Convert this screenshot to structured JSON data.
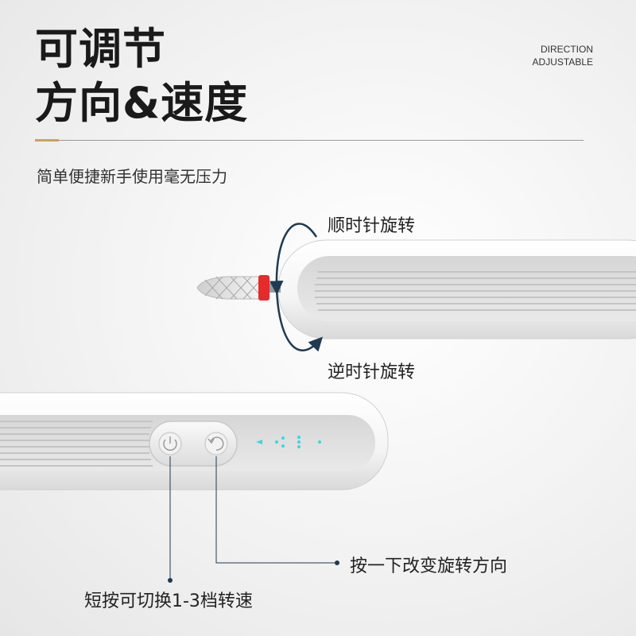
{
  "header": {
    "title_line1": "可调节",
    "title_line2": "方向&速度",
    "en_line1": "DIRECTION",
    "en_line2": "ADJUSTABLE"
  },
  "subtitle": "简单便捷新手使用毫无压力",
  "callouts": {
    "clockwise": "顺时针旋转",
    "counterclockwise": "逆时针旋转",
    "direction_button": "按一下改变旋转方向",
    "speed_button": "短按可切换1-3档转速"
  },
  "indicator_levels": 3,
  "colors": {
    "accent_gold": "#c9a35a",
    "arrow_navy": "#1f3a52",
    "led_cyan": "#39d7e0",
    "collet_red": "#e52b2b"
  }
}
